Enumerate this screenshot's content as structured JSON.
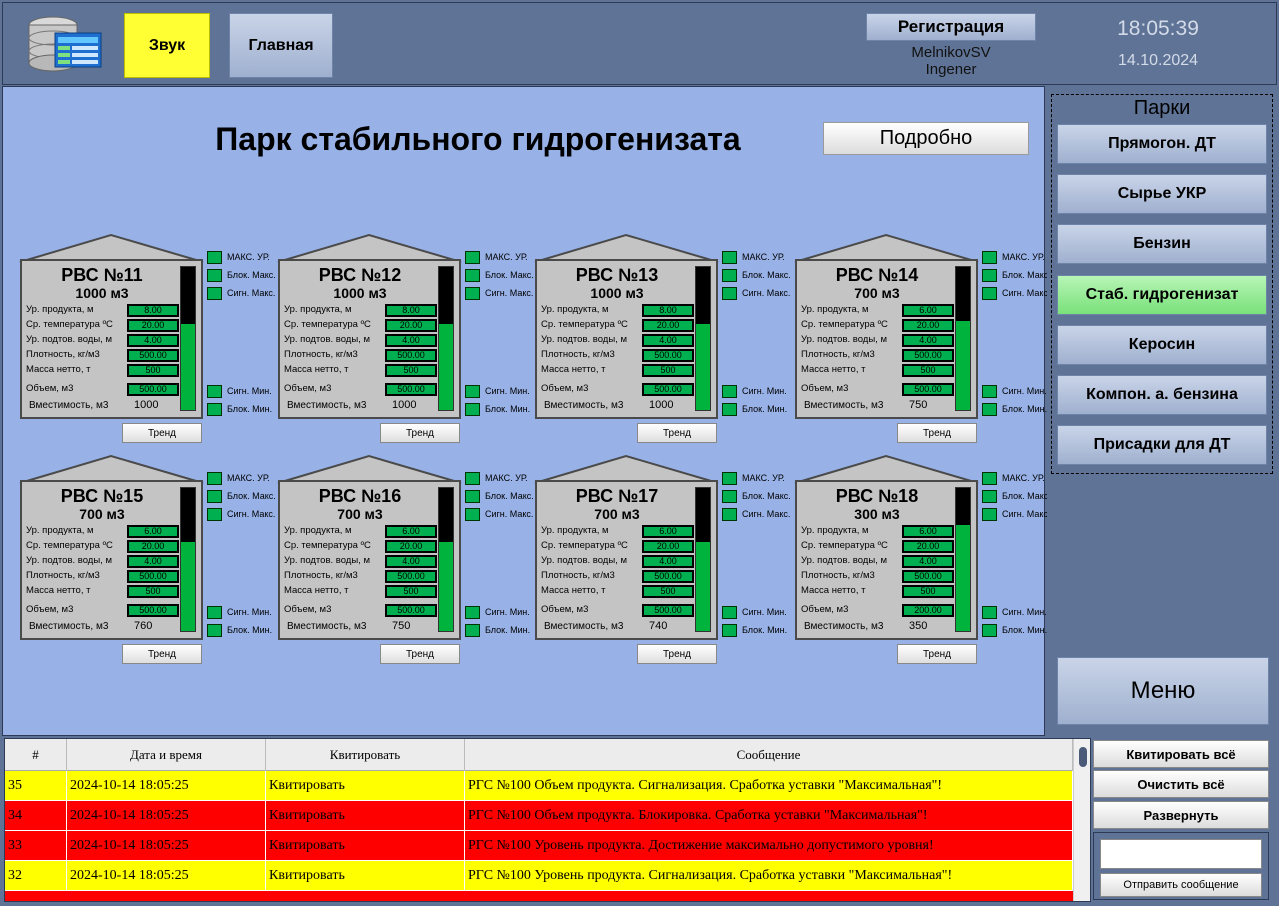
{
  "header": {
    "sound_label": "Звук",
    "main_label": "Главная",
    "register_label": "Регистрация",
    "user_name": "MelnikovSV",
    "user_role": "Ingener",
    "time": "18:05:39",
    "date": "14.10.2024"
  },
  "page": {
    "title": "Парк стабильного гидрогенизата",
    "details_label": "Подробно"
  },
  "tank_labels": {
    "level": "Ур. продукта, м",
    "temp": "Ср. температура ºС",
    "water": "Ур. подтов. воды, м",
    "density": "Плотность, кг/м3",
    "mass": "Масса нетто, т",
    "volume": "Объем, м3",
    "capacity": "Вместимость, м3",
    "trend": "Тренд",
    "ind_max": "МАКС. УР.",
    "ind_block_max": "Блок. Макс.",
    "ind_sig_max": "Сигн. Макс.",
    "ind_sig_min": "Сигн. Мин.",
    "ind_block_min": "Блок. Мин."
  },
  "tanks": [
    {
      "name": "РВС №11",
      "volume_title": "1000 м3",
      "level": "8.00",
      "temp": "20.00",
      "water": "4.00",
      "density": "500.00",
      "mass": "500",
      "volume": "500.00",
      "capacity": "1000",
      "fill": 0.6
    },
    {
      "name": "РВС №12",
      "volume_title": "1000 м3",
      "level": "8.00",
      "temp": "20.00",
      "water": "4.00",
      "density": "500.00",
      "mass": "500",
      "volume": "500.00",
      "capacity": "1000",
      "fill": 0.6
    },
    {
      "name": "РВС №13",
      "volume_title": "1000 м3",
      "level": "8.00",
      "temp": "20.00",
      "water": "4.00",
      "density": "500.00",
      "mass": "500",
      "volume": "500.00",
      "capacity": "1000",
      "fill": 0.6
    },
    {
      "name": "РВС №14",
      "volume_title": "700 м3",
      "level": "6.00",
      "temp": "20.00",
      "water": "4.00",
      "density": "500.00",
      "mass": "500",
      "volume": "500.00",
      "capacity": "750",
      "fill": 0.62
    },
    {
      "name": "РВС №15",
      "volume_title": "700 м3",
      "level": "6.00",
      "temp": "20.00",
      "water": "4.00",
      "density": "500.00",
      "mass": "500",
      "volume": "500.00",
      "capacity": "760",
      "fill": 0.62
    },
    {
      "name": "РВС №16",
      "volume_title": "700 м3",
      "level": "6.00",
      "temp": "20.00",
      "water": "4.00",
      "density": "500.00",
      "mass": "500",
      "volume": "500.00",
      "capacity": "750",
      "fill": 0.62
    },
    {
      "name": "РВС №17",
      "volume_title": "700 м3",
      "level": "6.00",
      "temp": "20.00",
      "water": "4.00",
      "density": "500.00",
      "mass": "500",
      "volume": "500.00",
      "capacity": "740",
      "fill": 0.62
    },
    {
      "name": "РВС №18",
      "volume_title": "300 м3",
      "level": "6.00",
      "temp": "20.00",
      "water": "4.00",
      "density": "500.00",
      "mass": "500",
      "volume": "200.00",
      "capacity": "350",
      "fill": 0.74
    }
  ],
  "parks": {
    "title": "Парки",
    "items": [
      {
        "label": "Прямогон. ДТ",
        "active": false
      },
      {
        "label": "Сырье УКР",
        "active": false
      },
      {
        "label": "Бензин",
        "active": false
      },
      {
        "label": "Стаб. гидрогенизат",
        "active": true
      },
      {
        "label": "Керосин",
        "active": false
      },
      {
        "label": "Компон. а. бензина",
        "active": false
      },
      {
        "label": "Присадки для ДТ",
        "active": false
      }
    ],
    "menu_label": "Меню"
  },
  "alarms": {
    "headers": [
      "#",
      "Дата и время",
      "Квитировать",
      "Сообщение"
    ],
    "rows": [
      {
        "num": "35",
        "datetime": "2024-10-14 18:05:25",
        "ack": "Квитировать",
        "message": "РГС №100 Объем продукта. Сигнализация. Сработка уставки \"Максимальная\"!",
        "color": "#ffff00"
      },
      {
        "num": "34",
        "datetime": "2024-10-14 18:05:25",
        "ack": "Квитировать",
        "message": "РГС №100 Объем продукта. Блокировка. Сработка уставки \"Максимальная\"!",
        "color": "#ff0000"
      },
      {
        "num": "33",
        "datetime": "2024-10-14 18:05:25",
        "ack": "Квитировать",
        "message": "РГС №100 Уровень продукта. Достижение максимально допустимого уровня!",
        "color": "#ff0000"
      },
      {
        "num": "32",
        "datetime": "2024-10-14 18:05:25",
        "ack": "Квитировать",
        "message": "РГС №100 Уровень продукта. Сигнализация. Сработка уставки \"Максимальная\"!",
        "color": "#ffff00"
      }
    ],
    "ack_all_label": "Квитировать всё",
    "clear_all_label": "Очистить всё",
    "expand_label": "Развернуть",
    "send_label": "Отправить сообщение",
    "message_value": ""
  }
}
